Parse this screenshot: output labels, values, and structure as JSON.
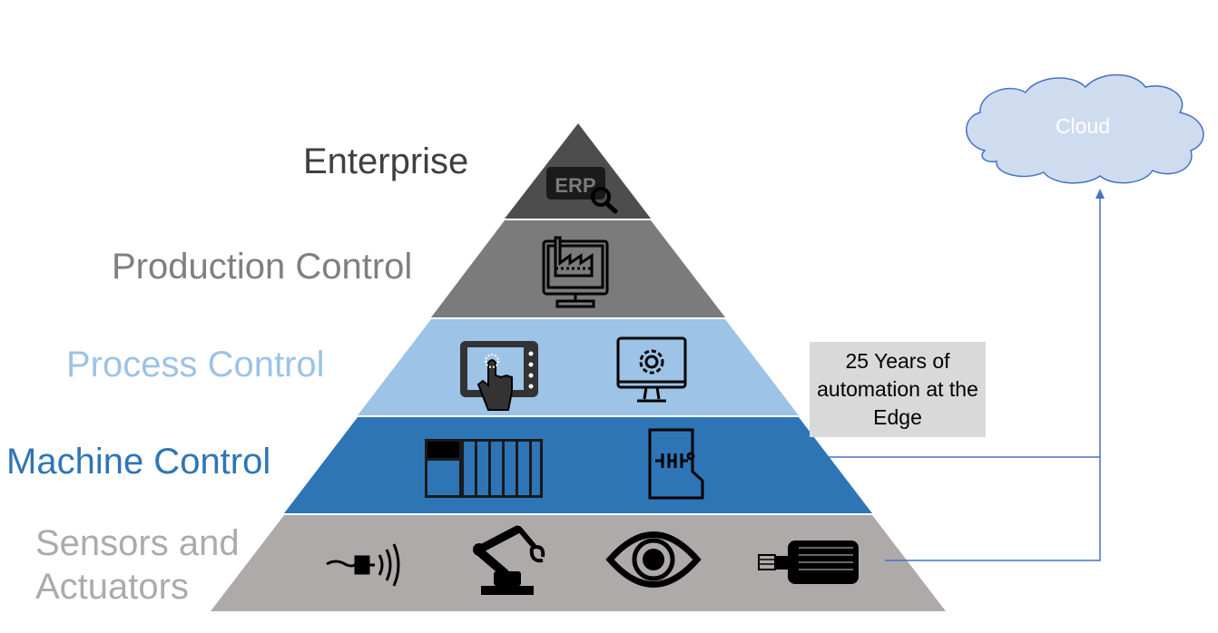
{
  "layers": [
    {
      "label": "Enterprise",
      "color": "#4d4d4d",
      "text_color": "#404040"
    },
    {
      "label": "Production Control",
      "color": "#7b7b7b",
      "text_color": "#7f7f7f"
    },
    {
      "label": "Process Control",
      "color": "#9dc3e6",
      "text_color": "#9dc3e6"
    },
    {
      "label": "Machine Control",
      "color": "#2e75b6",
      "text_color": "#2e75b6"
    },
    {
      "label_line1": "Sensors and",
      "label_line2": "Actuators",
      "color": "#aeaaaa",
      "text_color": "#aeaaaa"
    }
  ],
  "erp_icon_text": "ERP",
  "icons": {
    "enterprise": [
      "erp-search-icon"
    ],
    "production": [
      "factory-monitor-icon"
    ],
    "process": [
      "touch-panel-icon",
      "gear-monitor-icon"
    ],
    "machine": [
      "plc-rack-icon",
      "ladder-logic-sdcard-icon"
    ],
    "sensors": [
      "proximity-sensor-icon",
      "robot-arm-icon",
      "eye-vision-icon",
      "motor-icon"
    ]
  },
  "edge_note": {
    "text": "25 Years of automation at the Edge",
    "background": "#d9d9d9"
  },
  "cloud": {
    "label": "Cloud",
    "fill": "#cfdcf0",
    "stroke": "#4472c4"
  },
  "connector_color": "#4472c4"
}
